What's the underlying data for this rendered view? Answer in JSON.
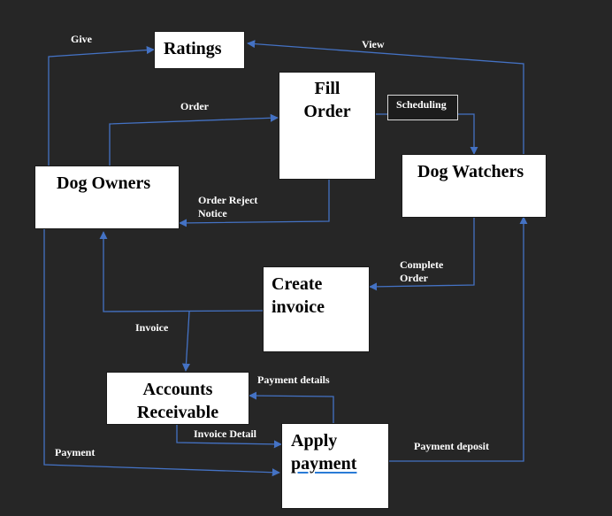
{
  "colors": {
    "background": "#262626",
    "arrow": "#4472c4",
    "box": "#ffffff",
    "label": "#ffffff"
  },
  "boxes": {
    "ratings": "Ratings",
    "fill_order": [
      "Fill",
      "Order"
    ],
    "dog_owners": "Dog Owners",
    "dog_watchers": "Dog Watchers",
    "create_invoice": [
      "Create",
      "invoice"
    ],
    "accounts_receivable": [
      "Accounts",
      "Receivable"
    ],
    "apply_payment": [
      "Apply",
      "payment"
    ]
  },
  "labels": {
    "give": "Give",
    "view": "View",
    "order": "Order",
    "scheduling": "Scheduling",
    "order_reject": [
      "Order Reject",
      "Notice"
    ],
    "complete_order": [
      "Complete",
      "Order"
    ],
    "invoice": "Invoice",
    "payment_details": "Payment details",
    "invoice_detail": "Invoice Detail",
    "payment": "Payment",
    "payment_deposit": "Payment deposit"
  }
}
